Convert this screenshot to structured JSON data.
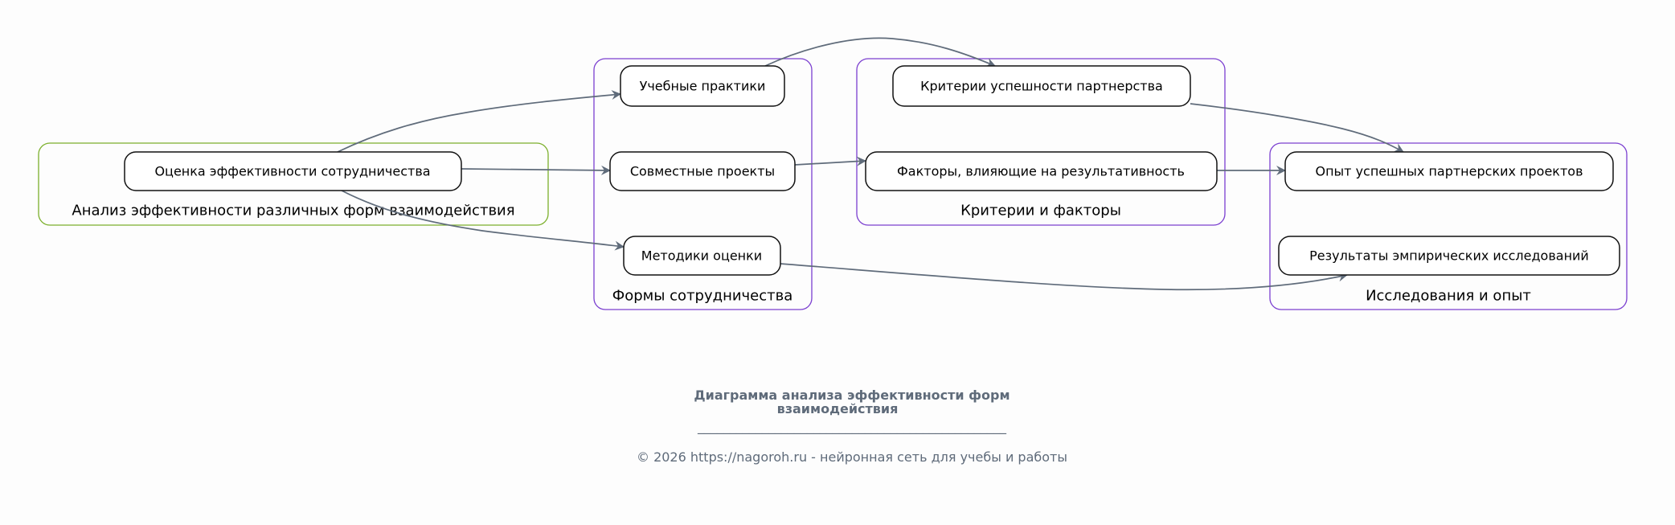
{
  "colors": {
    "cluster_green": "#7cb02c",
    "cluster_purple": "#7b3fd0",
    "edge": "#5f6b7a",
    "text_muted": "#5f6b7a"
  },
  "clusters": {
    "analysis": "Анализ эффективности различных форм взаимодействия",
    "forms": "Формы сотрудничества",
    "criteria": "Критерии и факторы",
    "research": "Исследования и опыт"
  },
  "nodes": {
    "evaluation": "Оценка эффективности сотрудничества",
    "practices": "Учебные практики",
    "projects": "Совместные проекты",
    "methods": "Методики оценки",
    "success_criteria": "Критерии успешности партнерства",
    "factors": "Факторы, влияющие на результативность",
    "experience": "Опыт успешных партнерских проектов",
    "results": "Результаты эмпирических исследований"
  },
  "edges": [
    {
      "from": "evaluation",
      "to": "practices"
    },
    {
      "from": "evaluation",
      "to": "projects"
    },
    {
      "from": "evaluation",
      "to": "methods"
    },
    {
      "from": "practices",
      "to": "success_criteria"
    },
    {
      "from": "projects",
      "to": "factors"
    },
    {
      "from": "success_criteria",
      "to": "experience"
    },
    {
      "from": "factors",
      "to": "experience"
    },
    {
      "from": "methods",
      "to": "results"
    }
  ],
  "footer": {
    "title_line1": "Диаграмма анализа эффективности форм",
    "title_line2": "взаимодействия",
    "separator": "________________________________________________",
    "copyright": "© 2026 https://nagoroh.ru - нейронная сеть для учебы и работы"
  }
}
